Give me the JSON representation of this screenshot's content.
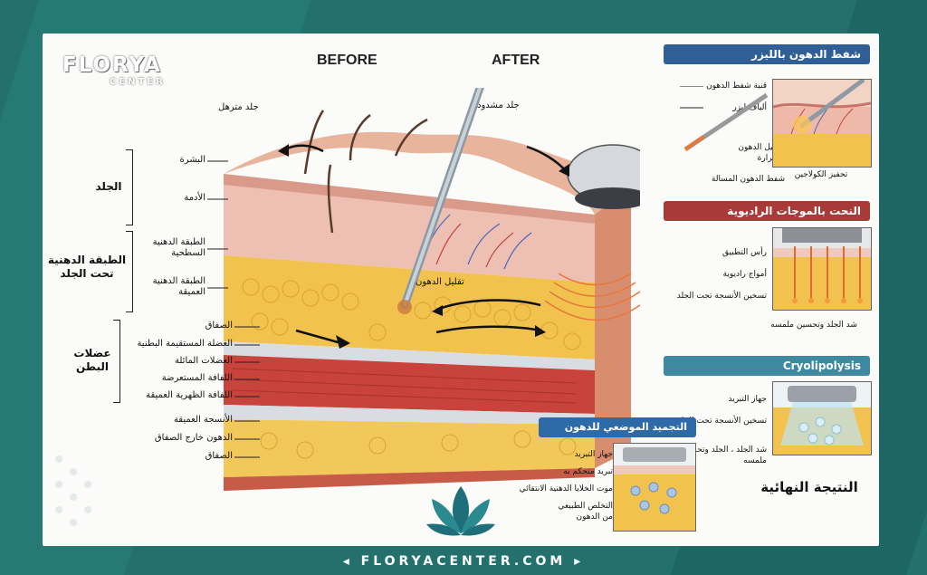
{
  "brand": {
    "logo": "FLORYA",
    "logo_sub": "CENTER",
    "footer": "FLORYACENTER.COM"
  },
  "headers": {
    "before": "BEFORE",
    "after": "AFTER"
  },
  "main_labels": {
    "loose_skin": "جلد مترهل",
    "tight_skin": "جلد مشدود",
    "fat_reduction": "تقليل الدهون"
  },
  "groups": {
    "skin": "الجلد",
    "subcutaneous": "الطبقة الدهنية تحت الجلد",
    "abdominal_muscles": "عضلات البطن"
  },
  "layer_labels": [
    "البشرة",
    "الأدمة",
    "الطبقة الدهنية السطحية",
    "الطبقة الدهنية العميقة",
    "الصفاق",
    "العضلة المستقيمة البطنية",
    "العضلات المائلة",
    "اللفافة المستعرضة",
    "اللفافة الظهرية العميقة",
    "الأنسجة العميقة",
    "الدهون خارج الصفاق",
    "الصفاق"
  ],
  "laser": {
    "title": "شفط الدهون بالليزر",
    "items": [
      "قنية شفط الدهون",
      "ألياف ليزر",
      "تسييل الدهون بالحرارة",
      "شفط الدهون المسالة"
    ],
    "caption": "تحفيز الكولاجين"
  },
  "rf": {
    "title": "النحت بالموجات الراديوية",
    "items": [
      "رأس التطبيق",
      "أمواج راديوية",
      "تسخين الأنسجة تحت الجلد"
    ],
    "caption": "شد الجلد وتحسين ملمسه"
  },
  "cryo": {
    "title": "Cryolipolysis",
    "items": [
      "جهاز التبريد",
      "تسخين الأنسجة تحت الجلد",
      "شد الجلد ، الجلد وتحسين ملمسه"
    ],
    "caption": "النتيجة النهائية"
  },
  "local_freeze": {
    "title": "التجميد الموضعي للدهون",
    "items": [
      "جهاز التبريد",
      "تبريد متحكم به",
      "موت الخلايا الدهنية الانتقائي",
      "التخلص الطبيعي من الدهون"
    ]
  },
  "colors": {
    "laser_bar": "#2f5f95",
    "rf_bar": "#a83a38",
    "cryo_bar": "#3f8aa0",
    "freeze_bar": "#2f6aa8",
    "fat": "#f2c24e",
    "muscle": "#c8433b",
    "skin": "#e9b3a6"
  }
}
